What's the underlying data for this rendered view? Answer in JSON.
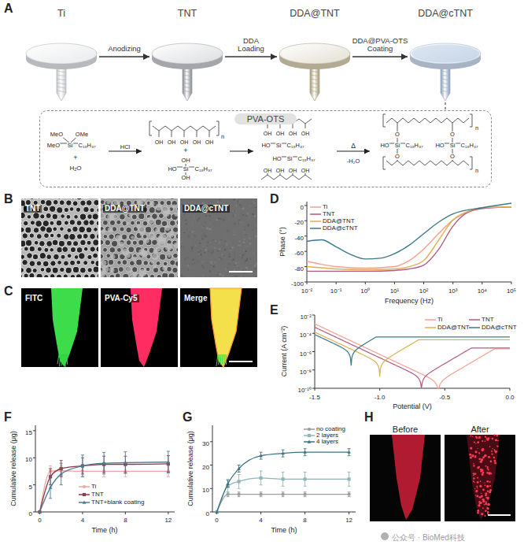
{
  "diagram": {
    "nodes": [
      {
        "text": [
          "Ti"
        ]
      },
      {
        "text": [
          "TNT"
        ]
      },
      {
        "text": [
          "DDA@TNT"
        ]
      },
      {
        "text": [
          "DDA@cTNT"
        ]
      },
      {
        "text": [
          "PVA-OTS"
        ]
      }
    ],
    "edges": [
      {
        "from": 0,
        "to": 1,
        "arrow": "to",
        "label": "Anodizing"
      },
      {
        "from": 1,
        "to": 2,
        "arrow": "to",
        "label": "DDA Loading"
      },
      {
        "from": 2,
        "to": 3,
        "arrow": "to",
        "label": "DDA@PVA-OTS Coating"
      },
      {
        "from": 3,
        "to": 4,
        "arrow": "none"
      }
    ],
    "labels": [
      "A",
      "B",
      "C",
      "D",
      "E",
      "F",
      "G",
      "H",
      "MeO",
      "OMe",
      "MeO",
      "Si",
      "C₁₈H₃₇",
      "+",
      "H₂O",
      "HCl",
      "OH",
      "OH",
      "OH",
      "OH",
      "OH",
      "n",
      "+",
      "OH",
      "HO",
      "Si",
      "C₁₈H₃₇",
      "OH",
      "OH",
      "OH",
      "OH",
      "OH",
      "HO",
      "Si",
      "C₁₈H₃₇",
      "HO",
      "Si",
      "C₁₈H₃₇",
      "OH",
      "OH",
      "OH",
      "OH",
      "Δ",
      "-H₂O",
      "O",
      "O",
      "HO",
      "Si",
      "C₁₈H₃₇",
      "HO",
      "Si",
      "C₁₈H₃₇",
      "O",
      "O",
      "n",
      "n",
      "TNT",
      "DDA@TNT",
      "DDA@cTNT",
      "FITC",
      "PVA-Cy5",
      "Merge",
      "0",
      "-20",
      "-40",
      "-60",
      "-80",
      "-100",
      "10⁻²",
      "10⁻¹",
      "10⁰",
      "10¹",
      "10²",
      "10³",
      "10⁴",
      "10⁵",
      "Frequency (Hz)",
      "Phase (°)",
      "10⁻²",
      "10⁻⁴",
      "10⁻⁶",
      "10⁻⁸",
      "10⁻¹⁰",
      "-1.5",
      "-1.0",
      "-0.5",
      "0.0",
      "Potential (V)",
      "Current (A cm⁻²)",
      "0",
      "5",
      "10",
      "15",
      "0",
      "4",
      "8",
      "12",
      "Time (h)",
      "Cumulative release (μg)",
      "0",
      "10",
      "20",
      "30",
      "0",
      "4",
      "8",
      "12",
      "Time (h)",
      "Cumulative release (μg)",
      "Before",
      "After",
      "公众号 · BioMed科技"
    ],
    "legend": [
      {
        "text": "Ti",
        "color": "#f4a08e"
      },
      {
        "text": "TNT",
        "color": "#b45a80"
      },
      {
        "text": "DDA@TNT",
        "color": "#dcb24e"
      },
      {
        "text": "DDA@cTNT",
        "color": "#3b7888"
      },
      {
        "text": "Ti",
        "color": "#f4a08e"
      },
      {
        "text": "TNT",
        "color": "#b45a80"
      },
      {
        "text": "DDA@TNT",
        "color": "#dcb24e"
      },
      {
        "text": "DDA@cTNT",
        "color": "#3b7888"
      },
      {
        "text": "Ti",
        "color": "#f2a3a3"
      },
      {
        "text": "TNT",
        "color": "#8c3b4e"
      },
      {
        "text": "TNT+blank coating",
        "color": "#4b7d93"
      },
      {
        "text": "no coating",
        "color": "#9e9e9e"
      },
      {
        "text": "2 layers",
        "color": "#8fb6bd"
      },
      {
        "text": "4 layers",
        "color": "#3c7483"
      }
    ]
  }
}
